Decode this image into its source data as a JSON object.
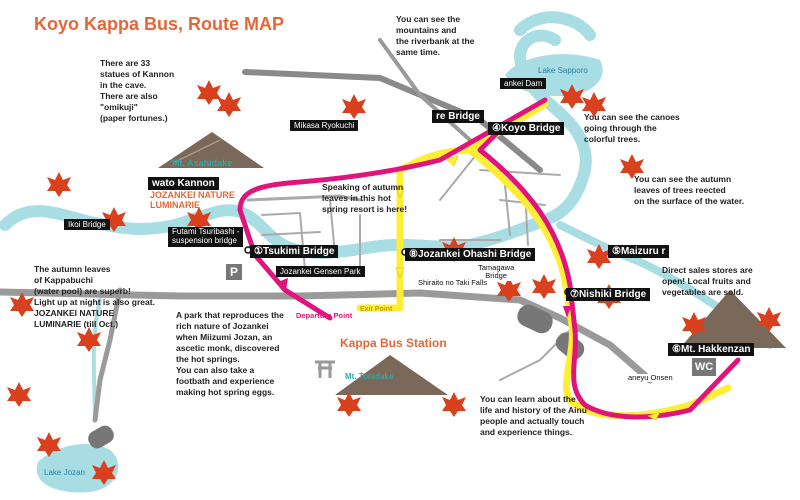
{
  "title": "Koyo Kappa  Bus, Route MAP",
  "notes": {
    "kannon": "There are 33\nstatues of Kannon\nin the cave.\nThere are also\n\"omikuji\"\n(paper fortunes.)",
    "mountains": "You can see the\nmountains and\nthe riverbank at the\nsame time.",
    "canoes": "You can see the canoes\ngoing through the\ncolorful trees.",
    "reflect": "You can see the autumn\nleaves of trees reected\non the surface of the water.",
    "hotspring": "Speaking of autumn\nleaves in this hot\nspring resort is here!",
    "kappabuchi": "The autumn leaves\nof Kappabuchi\n(water pool) are superb!\nLight up at night is also great.\nJOZANKEI NATURE\nLUMINARIE (till Oct.)",
    "park": "A park that reproduces the\nrich nature of Jozankei\nwhen Miizumi Jozan, an\nascetic monk, discovered\nthe hot springs.\nYou can also take a\nfootbath and experience\nmaking hot spring eggs.",
    "direct": "Direct sales stores are\nopen! Local fruits and\nvegetables are sold.",
    "ainu": "You can learn about the\nlife and history of the Ainu\npeople and actually touch\nand experience things."
  },
  "stops": {
    "tsukimi": "①Tsukimi Bridge",
    "koyo": "④Koyo Bridge",
    "maizuru": "⑤Maizuru r",
    "hakkenzan": "⑥Mt. Hakkenzan",
    "nishiki": "⑦Nishiki Bridge",
    "ohashi": "⑧Jozankei Ohashi Bridge",
    "re_bridge": "re Bridge"
  },
  "places": {
    "mikasa": "Mikasa Ryokuchi",
    "kannon": "wato Kannon",
    "gensen": "Jozankei Gensen Park",
    "ikoi": "Ikoi Bridge",
    "futami": "Futami Tsuribashi -\nsuspension bridge",
    "tamagawa": "Tamagawa\nBridge",
    "shiraito": "Shiraito no Taki Falls",
    "dam": "ankei Dam",
    "onsen": "aneyu Onsen",
    "departure": "Departure Point",
    "exit": "Exit Point",
    "station": "Kappa Bus Station",
    "parking": "P",
    "wc": "WC"
  },
  "orange_labels": {
    "luminarie": "JOZANKEI NATURE\nLUMINARIE"
  },
  "teal_labels": {
    "asahidake": "Mt. Asahidake",
    "tohidake": "Mt. Tohidake"
  },
  "lakes": {
    "sapporo": "Lake Sapporo",
    "jozan": "Lake Jozan"
  },
  "colors": {
    "route_pink": "#e0147c",
    "route_yellow": "#ffee33",
    "river": "#a9dde4",
    "road": "#8e8e8e",
    "title": "#e4673a",
    "leaf": "#d9401e"
  }
}
